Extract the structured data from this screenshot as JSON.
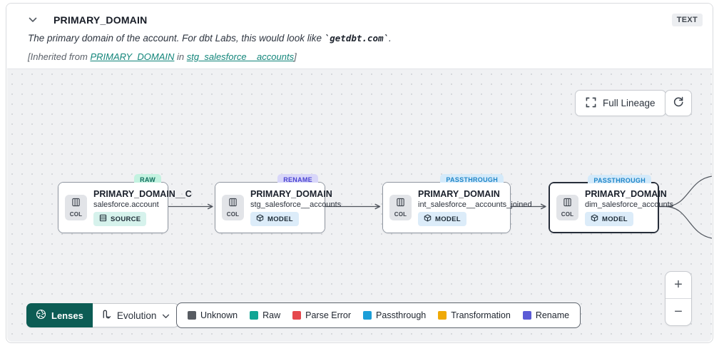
{
  "header": {
    "title": "PRIMARY_DOMAIN",
    "type_badge": "TEXT"
  },
  "description": {
    "before_code": "The primary domain of the account. For dbt Labs, this would look like ",
    "code": "`getdbt.com`",
    "after_code": ".",
    "inherited": {
      "prefix": "[Inherited from ",
      "column_link": "PRIMARY_DOMAIN",
      "middle": " in ",
      "model_link": "stg_salesforce__accounts",
      "suffix": "]"
    }
  },
  "toolbar": {
    "full_lineage": "Full Lineage"
  },
  "nodes": [
    {
      "tag": "RAW",
      "tag_bg": "#c3f2e0",
      "tag_fg": "#0f6e5d",
      "chip": "COL",
      "title": "PRIMARY_DOMAIN__C",
      "subtitle": "salesforce.account",
      "badge": "SOURCE",
      "selected": false
    },
    {
      "tag": "RENAME",
      "tag_bg": "#d8d6f9",
      "tag_fg": "#4a43d2",
      "chip": "COL",
      "title": "PRIMARY_DOMAIN",
      "subtitle": "stg_salesforce__accounts",
      "badge": "MODEL",
      "selected": false
    },
    {
      "tag": "PASSTHROUGH",
      "tag_bg": "#d4eafa",
      "tag_fg": "#1f86c8",
      "chip": "COL",
      "title": "PRIMARY_DOMAIN",
      "subtitle": "int_salesforce__accounts_joined",
      "badge": "MODEL",
      "selected": false
    },
    {
      "tag": "PASSTHROUGH",
      "tag_bg": "#d4eafa",
      "tag_fg": "#1f86c8",
      "chip": "COL",
      "title": "PRIMARY_DOMAIN",
      "subtitle": "dim_salesforce_accounts",
      "badge": "MODEL",
      "selected": true
    }
  ],
  "lenses": {
    "button_label": "Lenses",
    "selected_lens": "Evolution"
  },
  "legend": {
    "items": [
      {
        "label": "Unknown",
        "color": "#585c62"
      },
      {
        "label": "Raw",
        "color": "#12a594"
      },
      {
        "label": "Parse Error",
        "color": "#e5484d"
      },
      {
        "label": "Passthrough",
        "color": "#1c9ed8"
      },
      {
        "label": "Transformation",
        "color": "#efa907"
      },
      {
        "label": "Rename",
        "color": "#5b5bd6"
      }
    ]
  },
  "zoom": {
    "in": "+",
    "out": "−"
  }
}
